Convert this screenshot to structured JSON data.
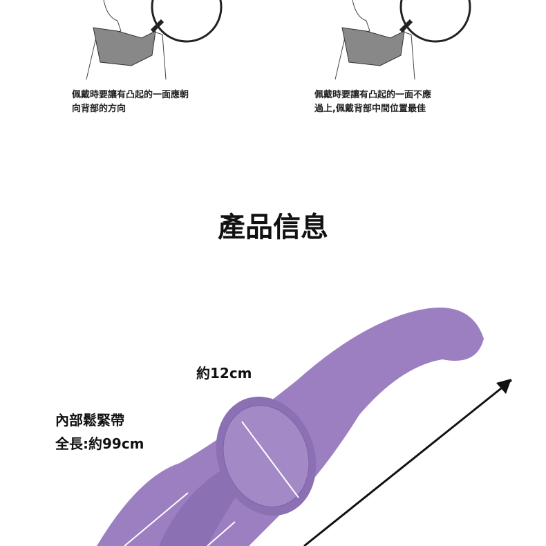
{
  "instructions": [
    {
      "caption_line1": "佩戴時要讓有凸起的一面應朝",
      "caption_line2": "向背部的方向"
    },
    {
      "caption_line1": "佩戴時要讓有凸起的一面不應",
      "caption_line2": "過上,佩戴背部中間位置最佳"
    }
  ],
  "section_title": "產品信息",
  "product": {
    "pad_width_label": "約12cm",
    "band_name": "內部鬆緊帶",
    "band_length": "全長:約99cm"
  },
  "colors": {
    "product": "#9b7fc0",
    "product_dark": "#7e62a6"
  }
}
